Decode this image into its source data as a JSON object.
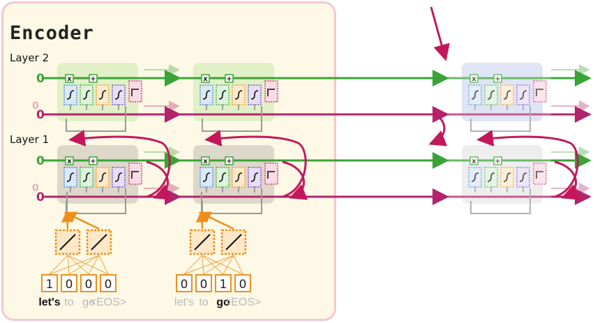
{
  "title": "Encoder",
  "layers": [
    "Layer 2",
    "Layer 1"
  ],
  "initial_state": "0",
  "gate_signs": [
    "x",
    "+"
  ],
  "inputs": [
    {
      "vector": [
        "1",
        "0",
        "0",
        "0"
      ],
      "words": [
        "let's",
        "to",
        "go",
        "<EOS>"
      ],
      "active_word": 0
    },
    {
      "vector": [
        "0",
        "0",
        "1",
        "0"
      ],
      "words": [
        "let's",
        "to",
        "go",
        "<EOS>"
      ],
      "active_word": 2
    }
  ],
  "colors": {
    "green": "#3aa335",
    "magenta": "#b3246c",
    "orange": "#ef8f1b",
    "arrow": "#c2185b"
  }
}
